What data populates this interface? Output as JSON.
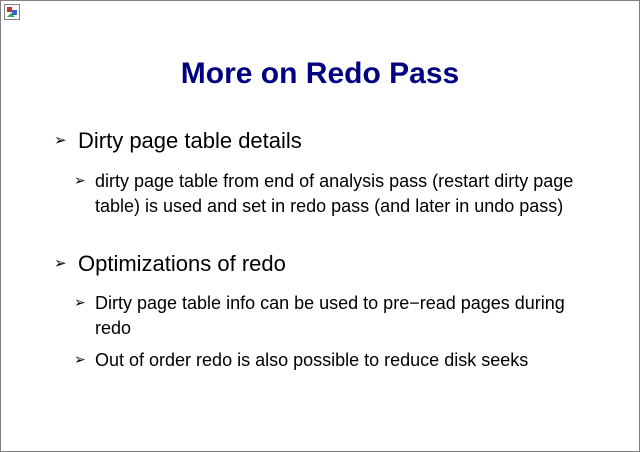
{
  "slide": {
    "title": "More on Redo Pass",
    "bullets": [
      {
        "arrow": "➢",
        "text": "Dirty page table details",
        "sub": [
          {
            "arrow": "➢",
            "text": "dirty page table from end of analysis pass (restart dirty page table) is used and set in redo pass (and later in undo pass)"
          }
        ]
      },
      {
        "arrow": "➢",
        "text": "Optimizations of redo",
        "sub": [
          {
            "arrow": "➢",
            "text": "Dirty page table info can be used to pre−read pages during redo"
          },
          {
            "arrow": "➢",
            "text": "Out of order redo is also possible to reduce disk seeks"
          }
        ]
      }
    ]
  },
  "icons": {
    "corner": "broken-image-icon"
  },
  "colors": {
    "title": "#000080",
    "text": "#000000",
    "border": "#808080"
  }
}
